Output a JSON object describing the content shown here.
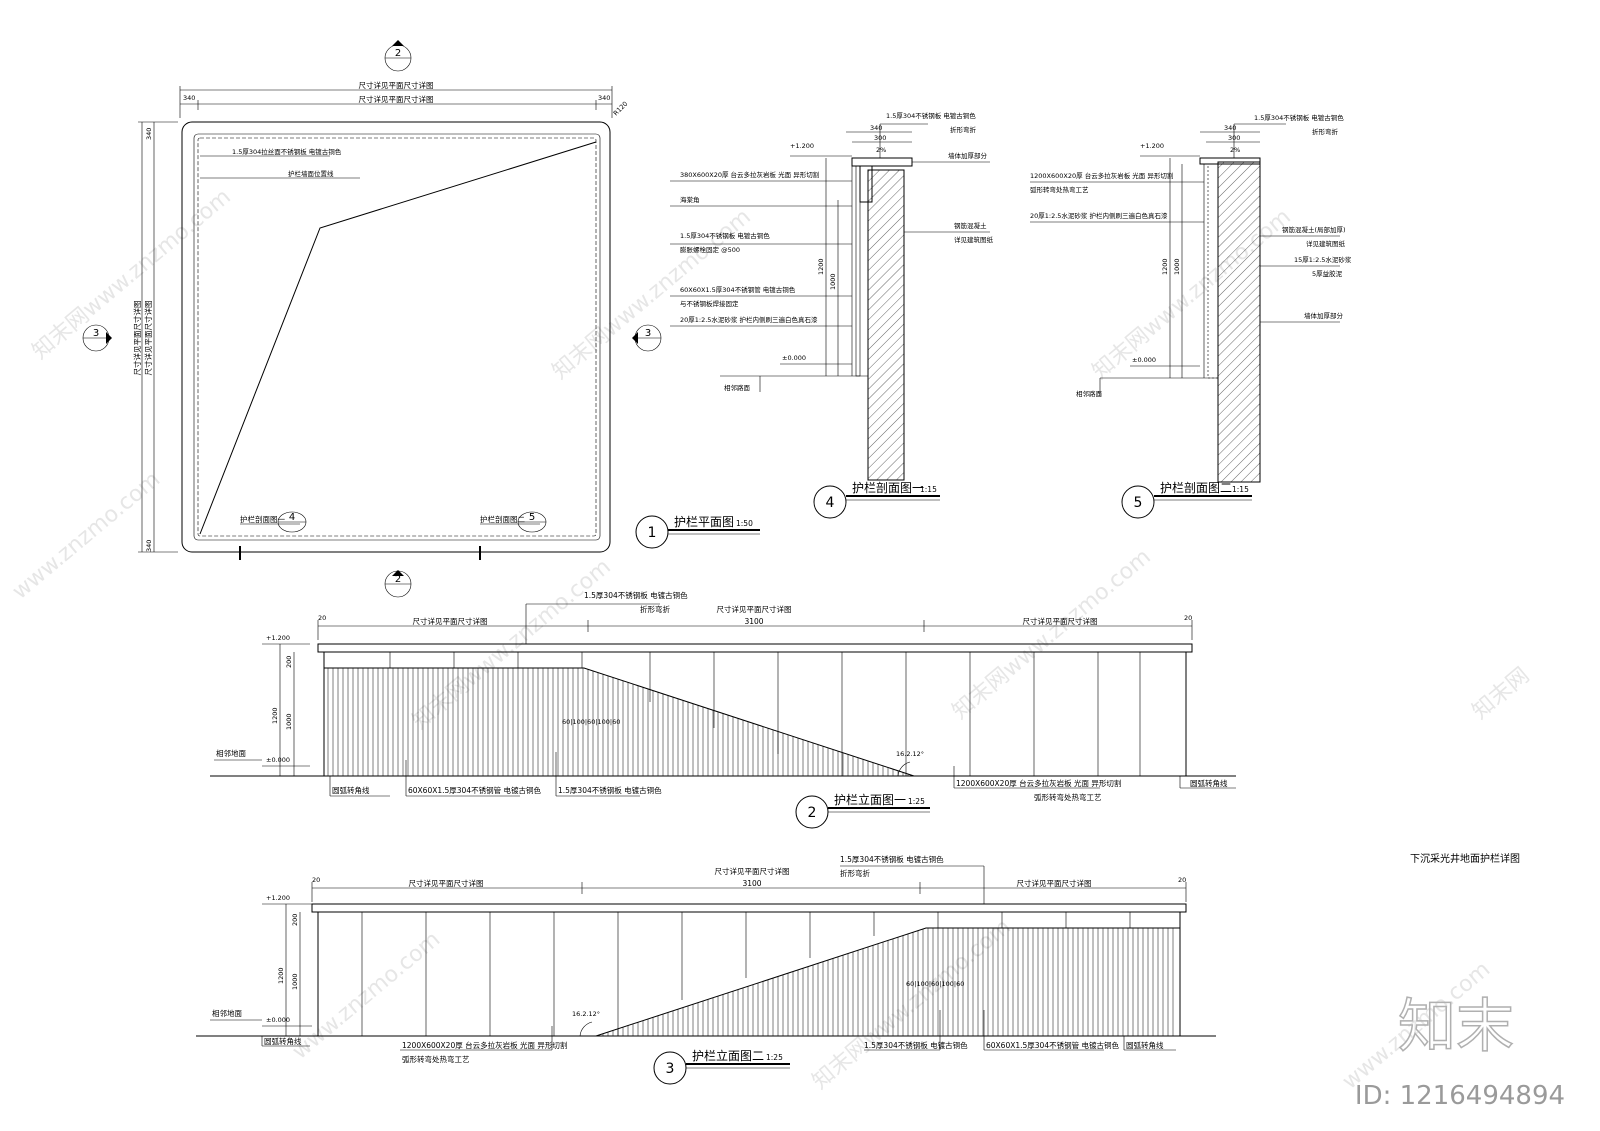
{
  "sheet_title": "下沉采光井地面护栏详图",
  "watermark": {
    "brand": "知末",
    "id_label": "ID: 1216494894"
  },
  "plan": {
    "callout_num": "1",
    "title": "护栏平面图",
    "scale": "1:50",
    "dim_top_outer": "尺寸详见平面尺寸详图",
    "dim_top_inner": "尺寸详见平面尺寸详图",
    "dim_left_outer": "尺寸详见平面尺寸详图",
    "dim_left_inner": "尺寸详见平面尺寸详图",
    "dim_340": "340",
    "note_plate": "1.5厚304拉丝面不锈钢板 电镀古铜色",
    "note_line": "护栏墙面位置线",
    "radius": "R120",
    "sec_ref_a_label": "护栏剖面图一",
    "sec_ref_a_num": "4",
    "sec_ref_b_label": "护栏剖面图二",
    "sec_ref_b_num": "5",
    "elev_ref_top": "2",
    "elev_ref_bottom": "2",
    "elev_ref_left": "3",
    "elev_ref_right": "3"
  },
  "section1": {
    "callout_num": "4",
    "title": "护栏剖面图一",
    "scale": "1:15",
    "level_top": "+1.200",
    "level_zero": "±0.000",
    "dim_340": "340",
    "dim_300": "300",
    "slope": "2%",
    "dim_1200": "1200",
    "dim_1000": "1000",
    "notes_left": [
      "1.5厚304不锈钢板 电镀古铜色",
      "折形弯折",
      "380X600X20厚 台云多拉灰岩板 光面 异形切割",
      "海棠角",
      "1.5厚304不锈钢板 电镀古铜色",
      "膨胀螺栓固定 @500",
      "60X60X1.5厚304不锈钢管 电镀古铜色",
      "与不锈钢板焊接固定",
      "20厚1:2.5水泥砂浆 护栏内侧刷三遍白色真石漆",
      "相邻路面"
    ],
    "notes_right": [
      "墙体加厚部分",
      "钢筋混凝土",
      "详见建筑图纸"
    ]
  },
  "section2": {
    "callout_num": "5",
    "title": "护栏剖面图二",
    "scale": "1:15",
    "level_top": "+1.200",
    "level_zero": "±0.000",
    "dim_340": "340",
    "dim_300": "300",
    "slope": "2%",
    "dim_1200": "1200",
    "dim_1000": "1000",
    "notes_left": [
      "1200X600X20厚 台云多拉灰岩板 光面 异形切割",
      "弧形转弯处热弯工艺",
      "20厚1:2.5水泥砂浆 护栏内侧刷三遍白色真石漆",
      "相邻路面"
    ],
    "notes_right": [
      "1.5厚304不锈钢板 电镀古铜色",
      "折形弯折",
      "钢筋混凝土(局部加厚)",
      "详见建筑图纸",
      "15厚1:2.5水泥砂浆",
      "5厚益胶泥",
      "墙体加厚部分"
    ]
  },
  "elevation1": {
    "callout_num": "2",
    "title": "护栏立面图一",
    "scale": "1:25",
    "dim_left": "尺寸详见平面尺寸详图",
    "dim_mid": "3100",
    "dim_right": "尺寸详见平面尺寸详图",
    "dim_top": "尺寸详见平面尺寸详图",
    "dim_end": "20",
    "level_top": "+1.200",
    "level_zero": "±0.000",
    "ground": "相邻地面",
    "dim_1200": "1200",
    "dim_1000": "1000",
    "dim_200": "200",
    "spacing": "60|100|60|100|60",
    "angle": "16.2.12°",
    "top_note_1": "1.5厚304不锈钢板 电镀古铜色",
    "top_note_2": "折形弯折",
    "callouts": [
      "圆弧转角线",
      "60X60X1.5厚304不锈钢管 电镀古铜色",
      "1.5厚304不锈钢板 电镀古铜色",
      "1200X600X20厚 台云多拉灰岩板 光面 异形切割",
      "弧形转弯处热弯工艺",
      "圆弧转角线"
    ]
  },
  "elevation2": {
    "callout_num": "3",
    "title": "护栏立面图二",
    "scale": "1:25",
    "dim_left": "尺寸详见平面尺寸详图",
    "dim_mid": "3100",
    "dim_right": "尺寸详见平面尺寸详图",
    "dim_top": "尺寸详见平面尺寸详图",
    "dim_end": "20",
    "level_top": "+1.200",
    "level_zero": "±0.000",
    "ground": "相邻地面",
    "dim_1200": "1200",
    "dim_1000": "1000",
    "dim_200": "200",
    "spacing": "60|100|60|100|60",
    "angle": "16.2.12°",
    "top_note_1": "1.5厚304不锈钢板 电镀古铜色",
    "top_note_2": "折形弯折",
    "callouts": [
      "圆弧转角线",
      "1200X600X20厚 台云多拉灰岩板 光面 异形切割",
      "弧形转弯处热弯工艺",
      "1.5厚304不锈钢板 电镀古铜色",
      "60X60X1.5厚304不锈钢管 电镀古铜色",
      "圆弧转角线"
    ]
  }
}
